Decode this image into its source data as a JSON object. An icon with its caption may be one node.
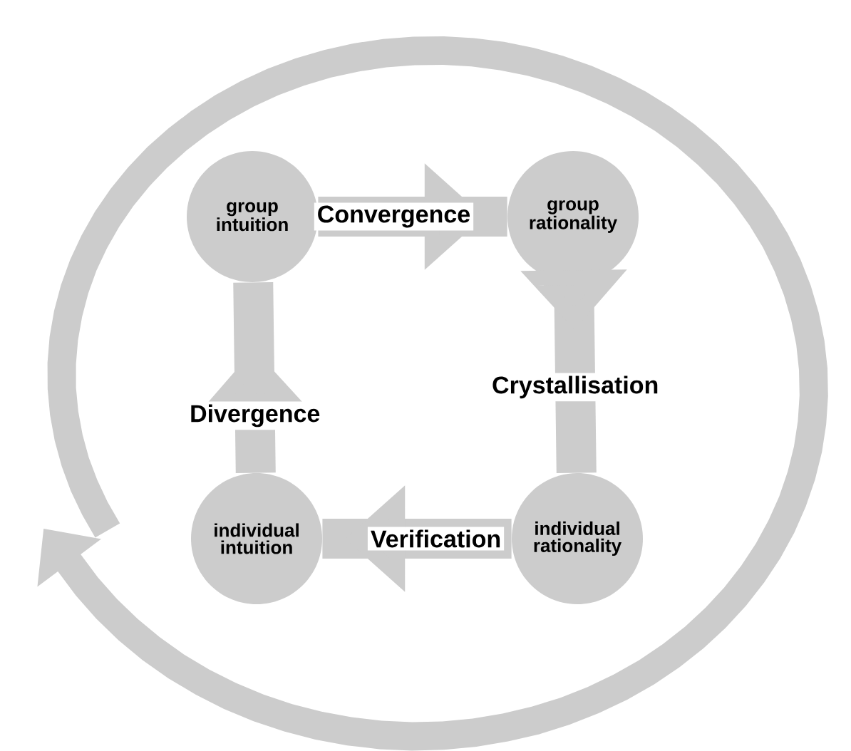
{
  "diagram": {
    "nodes": [
      {
        "text": [
          "group intuition"
        ]
      },
      {
        "text": [
          "group rationality"
        ]
      },
      {
        "text": [
          "individual intuition"
        ]
      },
      {
        "text": [
          "individual rationality"
        ]
      }
    ],
    "edges": [
      {
        "from": 0,
        "to": 1,
        "arrow": "to",
        "label": "Convergence"
      },
      {
        "from": 1,
        "to": 3,
        "arrow": "to",
        "label": "Crystallisation"
      },
      {
        "from": 3,
        "to": 2,
        "arrow": "to",
        "label": "Verification"
      },
      {
        "from": 2,
        "to": 0,
        "arrow": "to",
        "label": "Divergence"
      }
    ]
  }
}
